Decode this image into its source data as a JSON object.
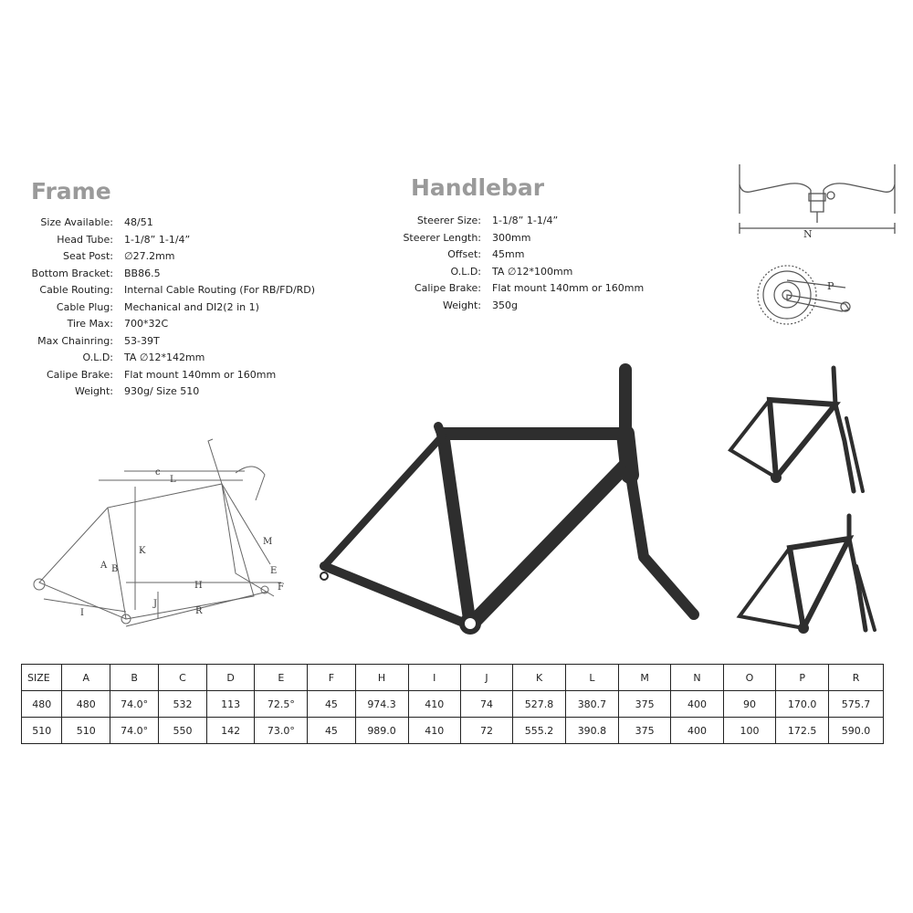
{
  "frame": {
    "title": "Frame",
    "specs": [
      {
        "label": "Size Available:",
        "value": "48/51"
      },
      {
        "label": "Head  Tube:",
        "value": "1-1/8” 1-1/4”"
      },
      {
        "label": "Seat Post:",
        "value": "∅27.2mm"
      },
      {
        "label": "Bottom Bracket:",
        "value": "BB86.5"
      },
      {
        "label": "Cable Routing:",
        "value": "Internal Cable Routing (For RB/FD/RD)"
      },
      {
        "label": "Cable Plug:",
        "value": "Mechanical and DI2(2 in 1)"
      },
      {
        "label": "Tire Max:",
        "value": "700*32C"
      },
      {
        "label": "Max Chainring:",
        "value": "53-39T"
      },
      {
        "label": "O.L.D:",
        "value": "TA ∅12*142mm"
      },
      {
        "label": "Calipe Brake:",
        "value": "Flat mount 140mm or 160mm"
      },
      {
        "label": "Weight:",
        "value": "930g/ Size 510"
      }
    ]
  },
  "handlebar": {
    "title": "Handlebar",
    "specs": [
      {
        "label": "Steerer Size:",
        "value": "1-1/8” 1-1/4”"
      },
      {
        "label": "Steerer Length:",
        "value": "300mm"
      },
      {
        "label": "Offset:",
        "value": "45mm"
      },
      {
        "label": "O.L.D:",
        "value": "TA ∅12*100mm"
      },
      {
        "label": "Calipe Brake:",
        "value": "Flat mount 140mm or 160mm"
      },
      {
        "label": "Weight:",
        "value": "350g"
      }
    ]
  },
  "diagram_labels": {
    "c": "c",
    "L": "L",
    "K": "K",
    "B": "B",
    "A": "A",
    "H": "H",
    "J": "J",
    "I": "I",
    "R": "R",
    "M": "M",
    "E": "E",
    "F": "F",
    "N": "N",
    "P": "P"
  },
  "geometry": {
    "headers": [
      "SIZE",
      "A",
      "B",
      "C",
      "D",
      "E",
      "F",
      "H",
      "I",
      "J",
      "K",
      "L",
      "M",
      "N",
      "O",
      "P",
      "R"
    ],
    "rows": [
      [
        "480",
        "480",
        "74.0°",
        "532",
        "113",
        "72.5°",
        "45",
        "974.3",
        "410",
        "74",
        "527.8",
        "380.7",
        "375",
        "400",
        "90",
        "170.0",
        "575.7"
      ],
      [
        "510",
        "510",
        "74.0°",
        "550",
        "142",
        "73.0°",
        "45",
        "989.0",
        "410",
        "72",
        "555.2",
        "390.8",
        "375",
        "400",
        "100",
        "172.5",
        "590.0"
      ]
    ]
  },
  "colors": {
    "title_gray": "#9a9a9a",
    "frame_carbon": "#2e2e2e",
    "line": "#555555"
  }
}
